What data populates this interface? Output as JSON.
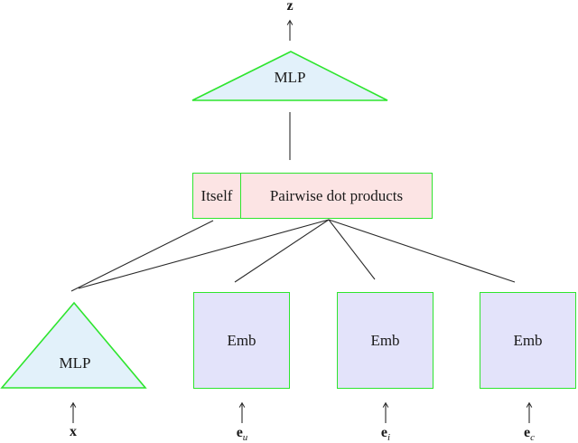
{
  "diagram": {
    "output_label": "z",
    "top_mlp_label": "MLP",
    "interaction_box": {
      "itself_label": "Itself",
      "pairwise_label": "Pairwise dot products"
    },
    "bottom_mlp_label": "MLP",
    "emb_boxes": [
      {
        "label": "Emb"
      },
      {
        "label": "Emb"
      },
      {
        "label": "Emb"
      }
    ],
    "inputs": {
      "x": {
        "base": "x",
        "subscript": ""
      },
      "eu": {
        "base": "e",
        "subscript": "u"
      },
      "ei": {
        "base": "e",
        "subscript": "i"
      },
      "ec": {
        "base": "e",
        "subscript": "c"
      }
    }
  },
  "colors": {
    "background": "#ffffff",
    "border_green": "#2ee52e",
    "mlp_fill": "#e2f1fa",
    "interaction_fill": "#fce4e4",
    "emb_fill": "#e3e3fa",
    "line_color": "#2a2a2a"
  }
}
